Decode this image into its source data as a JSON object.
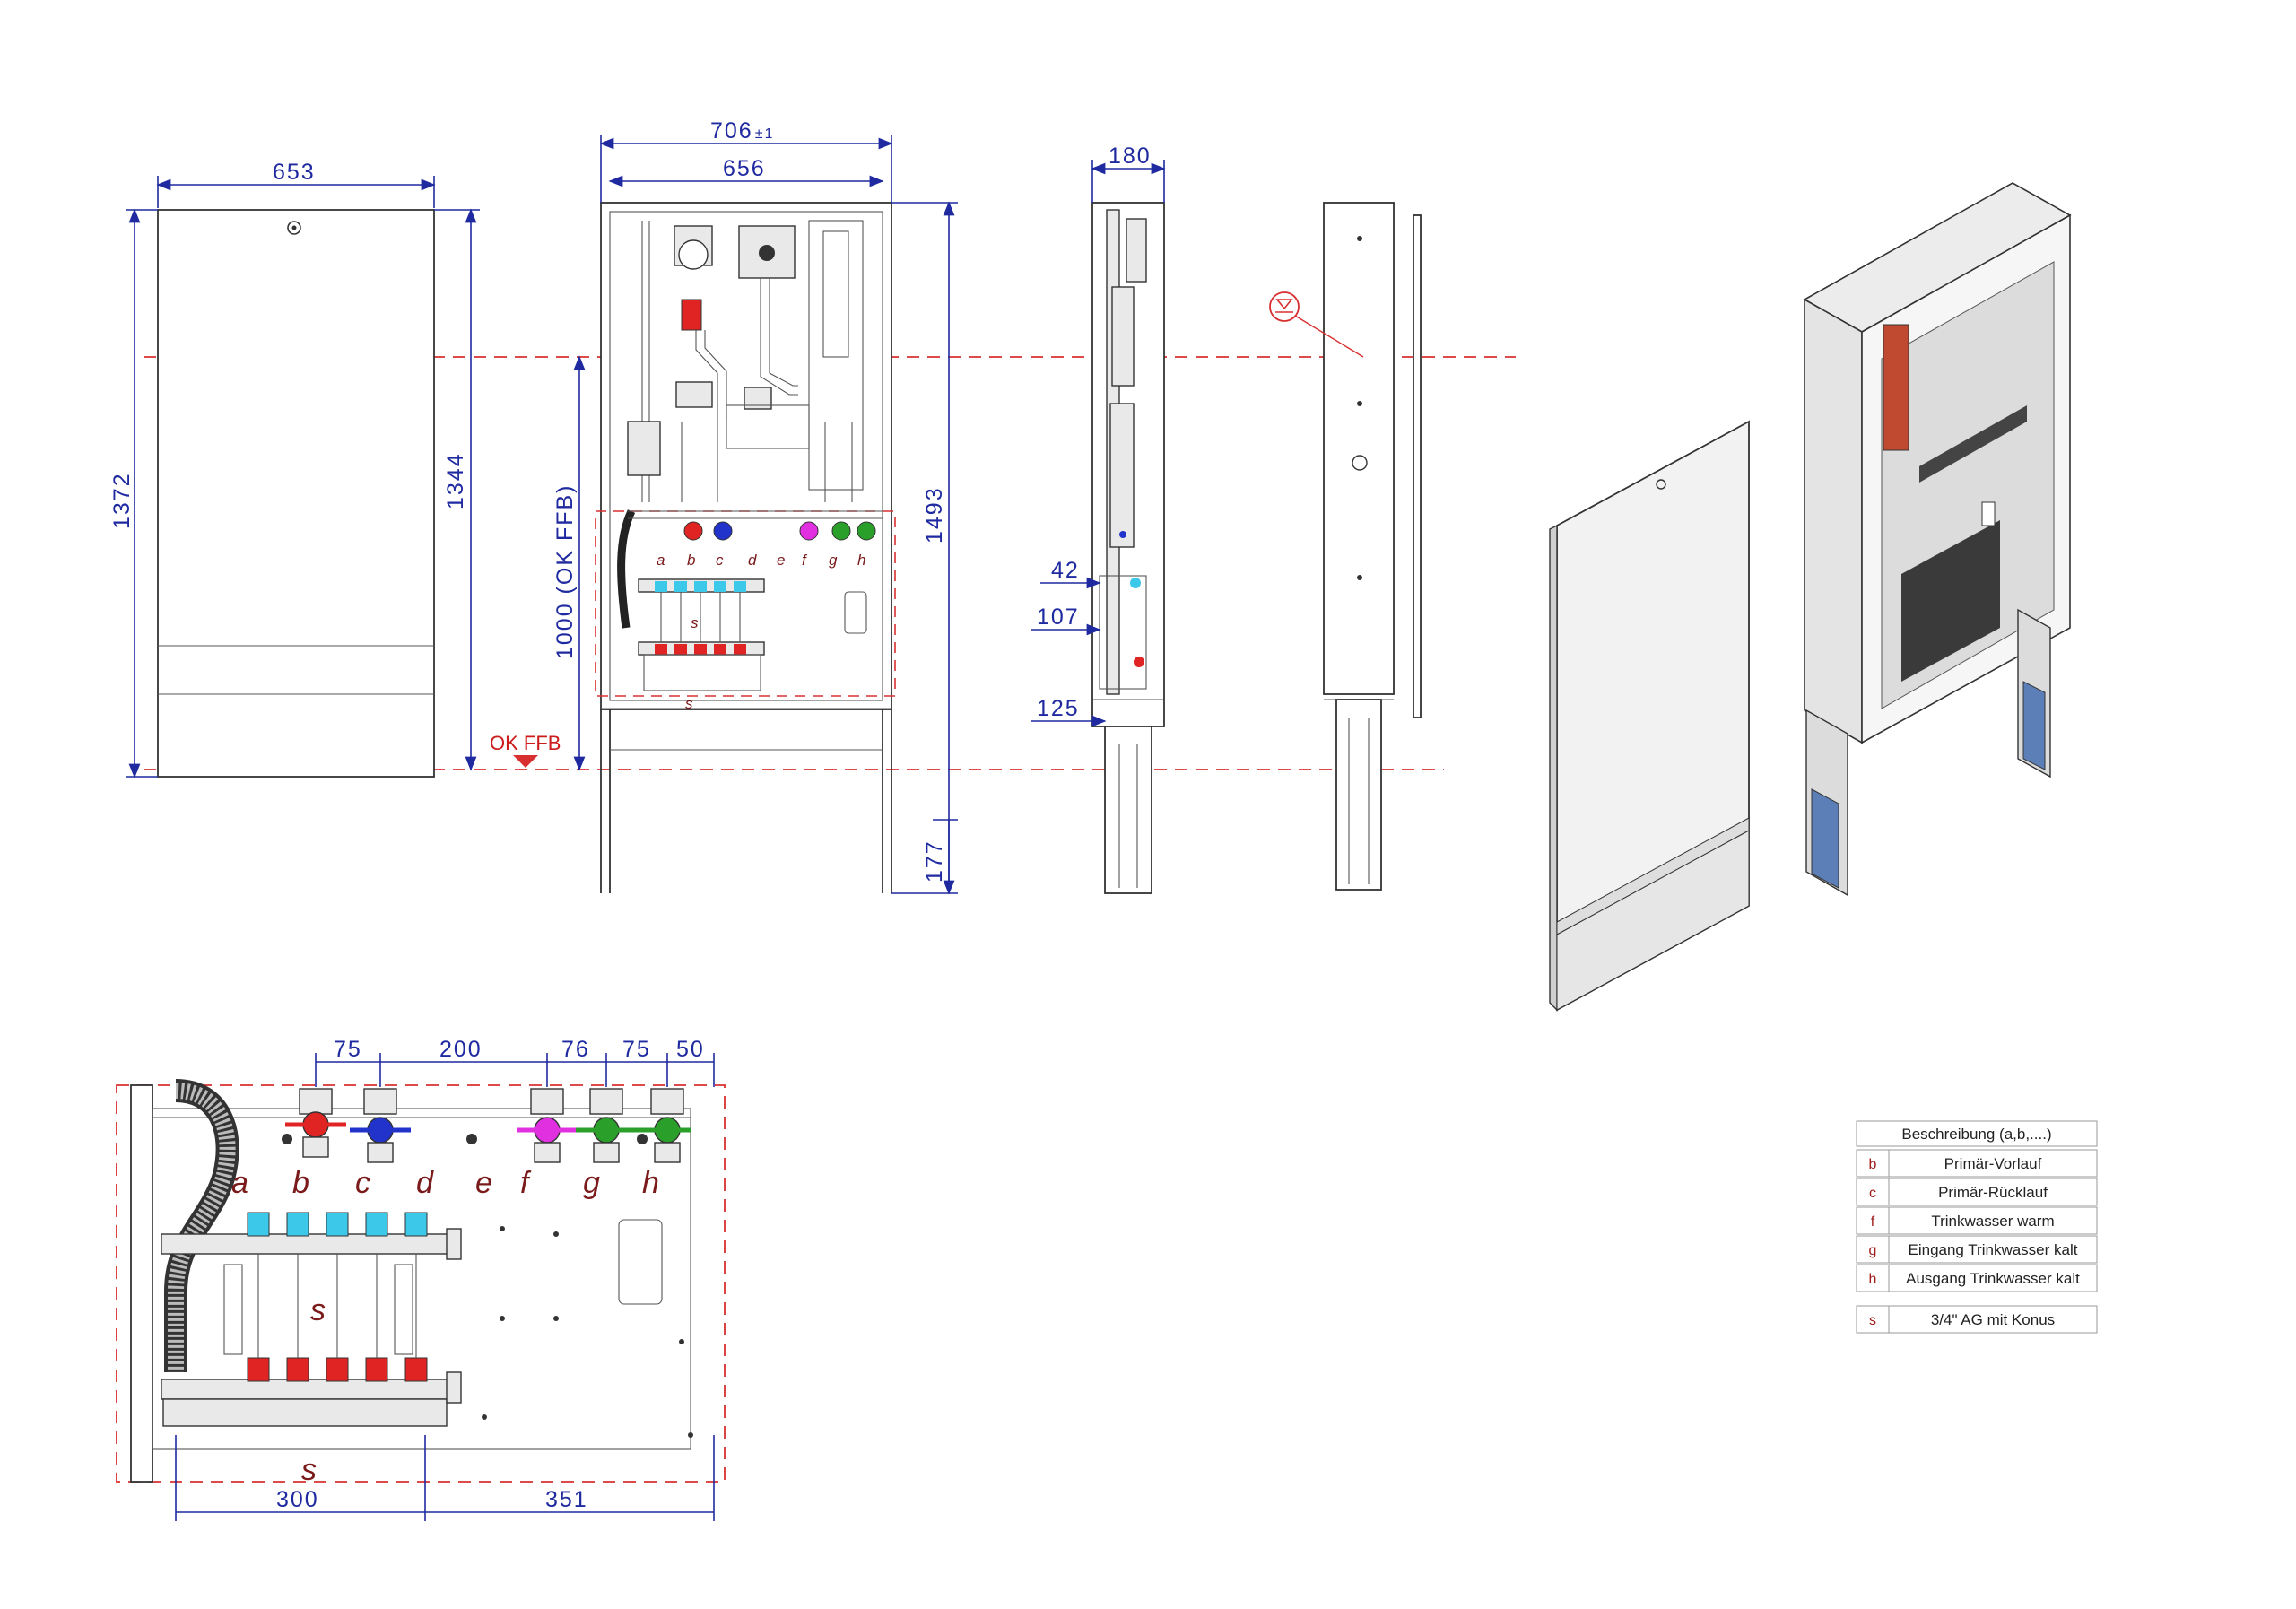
{
  "dimensions": {
    "front_width": "653",
    "front_height_total": "1372",
    "front_height_inner": "1344",
    "open_width_outer": "706",
    "open_width_tolerance": "±1",
    "open_width_inner": "656",
    "reference_height": "1000 (OK FFB)",
    "height_total": "1493",
    "leg_height": "177",
    "side_depth": "180",
    "side_offset_1": "42",
    "side_offset_2": "107",
    "side_offset_3": "125",
    "detail_top": [
      "75",
      "200",
      "76",
      "75",
      "50"
    ],
    "detail_bottom": [
      "300",
      "351"
    ]
  },
  "floor_label": "OK FFB",
  "ports": {
    "cabinet": [
      "a",
      "b",
      "c",
      "d",
      "e",
      "f",
      "g",
      "h"
    ],
    "detail": [
      "a",
      "b",
      "c",
      "d",
      "e",
      "f",
      "g",
      "h"
    ],
    "manifold": "s"
  },
  "legend": {
    "title": "Beschreibung (a,b,....)",
    "rows": [
      {
        "key": "b",
        "text": "Primär-Vorlauf"
      },
      {
        "key": "c",
        "text": "Primär-Rücklauf"
      },
      {
        "key": "f",
        "text": "Trinkwasser warm"
      },
      {
        "key": "g",
        "text": "Eingang Trinkwasser kalt"
      },
      {
        "key": "h",
        "text": "Ausgang Trinkwasser kalt"
      }
    ],
    "extra": {
      "key": "s",
      "text": "3/4\" AG mit Konus"
    }
  },
  "colors": {
    "dimension": "#1f2aa0",
    "reference_line": "#d83030",
    "valve_red": "#e02424",
    "valve_blue": "#2233cc",
    "valve_magenta": "#e030e0",
    "valve_green": "#2aa02a",
    "cap_cyan": "#3cc8e8"
  }
}
